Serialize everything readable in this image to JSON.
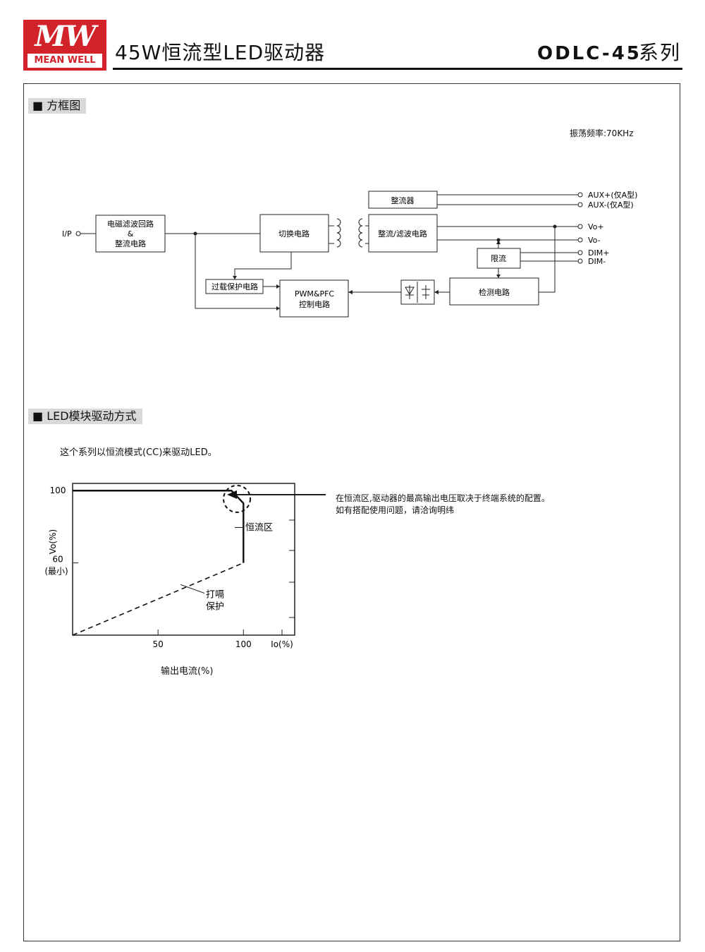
{
  "header": {
    "logo": {
      "top": "MW",
      "bottom": "MEAN WELL"
    },
    "title": "45W恒流型LED驱动器",
    "model": "ODLC-45",
    "series_suffix": "系列"
  },
  "block_diagram": {
    "section_title": "■ 方框图",
    "oscillation": "振荡频率:70KHz",
    "input_label": "I/P",
    "blocks": {
      "emi_line1": "电磁滤波回路",
      "emi_line2": "&",
      "emi_line3": "整流电路",
      "switching": "切换电路",
      "rectifier": "整流器",
      "rect_filter": "整流/滤波电路",
      "current_limit": "限流",
      "overload": "过载保护电路",
      "pwm_line1": "PWM&PFC",
      "pwm_line2": "控制电路",
      "detection": "检测电路"
    },
    "outputs": {
      "aux_plus": "AUX+(仅A型)",
      "aux_minus": "AUX-(仅A型)",
      "vo_plus": "Vo+",
      "vo_minus": "Vo-",
      "dim_plus": "DIM+",
      "dim_minus": "DIM-"
    }
  },
  "led_drive": {
    "section_title": "■ LED模块驱动方式",
    "description": "这个系列以恒流模式(CC)来驱动LED。",
    "note_line1": "在恒流区,驱动器的最高输出电压取决于终端系统的配置。",
    "note_line2": "如有搭配使用问题，请洽询明纬",
    "chart_xlabel": "输出电流(%)"
  },
  "chart_data": {
    "type": "line",
    "title": "",
    "xlabel": "Io(%)",
    "ylabel": "Vo(%)",
    "x_ticks": [
      "50",
      "100"
    ],
    "y_ticks": [
      "100",
      "60"
    ],
    "y_tick_note": "(最小)",
    "xlim": [
      0,
      130
    ],
    "ylim": [
      20,
      104
    ],
    "x_axis_label_at_end": "Io(%)",
    "series": [
      {
        "style": "solid",
        "points": [
          [
            0,
            100
          ],
          [
            93,
            100
          ],
          [
            100,
            93
          ],
          [
            100,
            60
          ]
        ]
      },
      {
        "style": "dashed",
        "points": [
          [
            0,
            20
          ],
          [
            100,
            60
          ]
        ]
      }
    ],
    "annotations": [
      {
        "text": "恒流区"
      },
      {
        "text_line1": "打嗝",
        "text_line2": "保护"
      }
    ]
  }
}
